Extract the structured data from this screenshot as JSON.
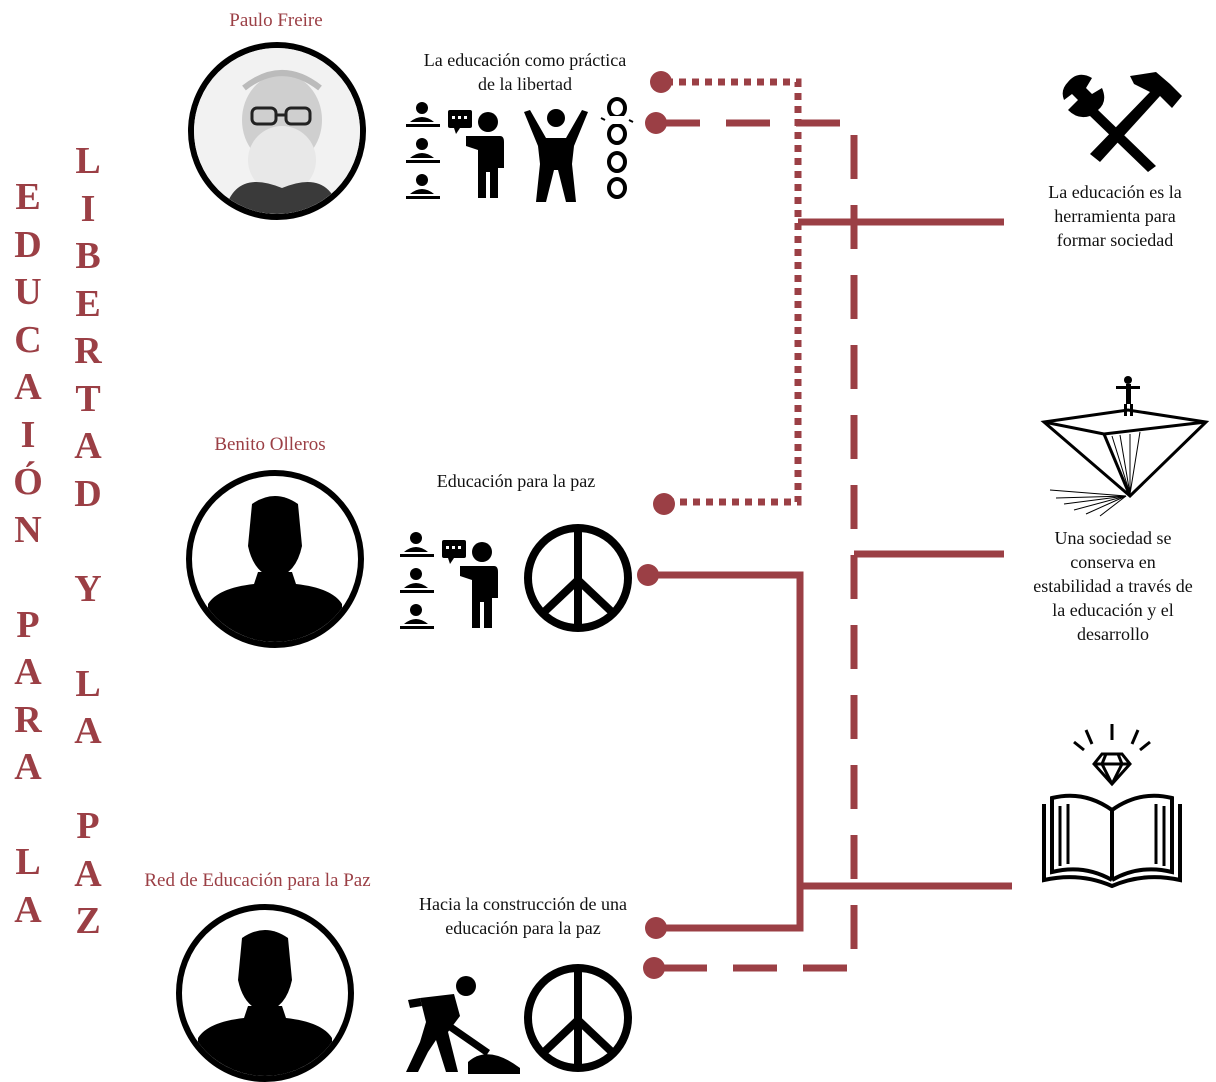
{
  "title_left": [
    "E",
    "D",
    "U",
    "C",
    "A",
    "I",
    "Ó",
    "N",
    "",
    "P",
    "A",
    "R",
    "A",
    "",
    "L",
    "A"
  ],
  "title_right": [
    "L",
    "I",
    "B",
    "E",
    "R",
    "T",
    "A",
    "D",
    "",
    "Y",
    "",
    "L",
    "A",
    "",
    "P",
    "A",
    "Z"
  ],
  "persons": [
    {
      "name": "Paulo Freire",
      "topic": "La educación  como práctica de la libertad",
      "topic_line1": "La educación  como práctica",
      "topic_line2": "de la libertad"
    },
    {
      "name": "Benito Olleros",
      "topic": "Educación para la paz"
    },
    {
      "name": "Red de Educación para la Paz",
      "topic_line1": "Hacia la construcción de una",
      "topic_line2": "educación para la paz"
    }
  ],
  "outcomes": [
    {
      "line1": "La educación es la",
      "line2": "herramienta para",
      "line3": "formar sociedad"
    },
    {
      "line1": "Una sociedad se",
      "line2": "conserva en",
      "line3": "estabilidad a través de",
      "line4": "la educación y el",
      "line5": "desarrollo"
    }
  ],
  "colors": {
    "accent": "#9b3f45",
    "line": "#9b3f45",
    "ink": "#000000"
  },
  "icons": [
    "classroom-teacher-icon",
    "person-arms-raised-icon",
    "broken-chain-icon",
    "peace-symbol-icon",
    "construction-worker-icon",
    "tools-icon",
    "pyramid-balance-icon",
    "book-diamond-icon"
  ]
}
